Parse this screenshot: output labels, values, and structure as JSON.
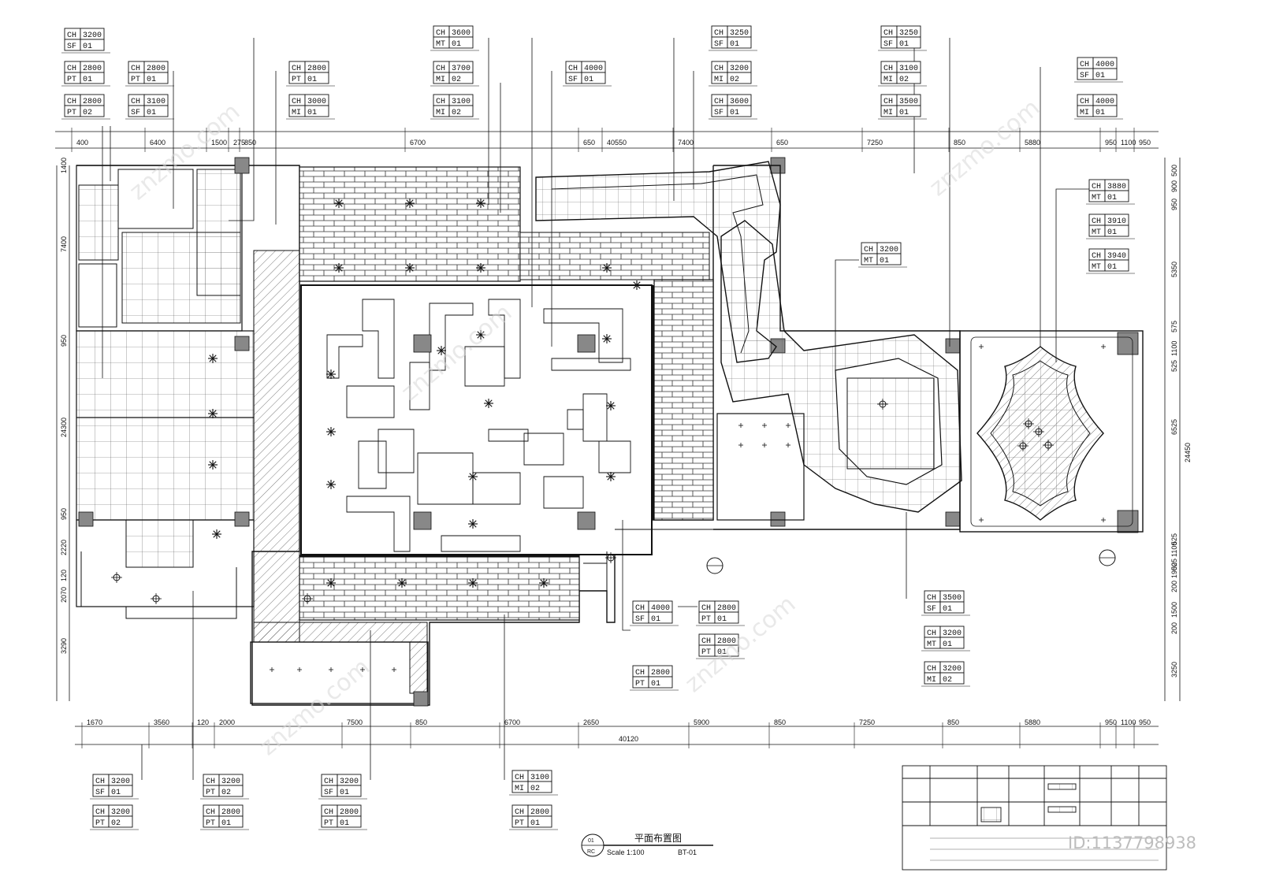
{
  "dims_top": [
    "400",
    "6400",
    "1500",
    "275",
    "850",
    "6700",
    "650",
    "40550",
    "7400",
    "650",
    "7250",
    "850",
    "5880",
    "950",
    "1100",
    "950"
  ],
  "dims_bottom": [
    "1670",
    "3560",
    "120",
    "2000",
    "7500",
    "850",
    "6700",
    "2650",
    "5900",
    "850",
    "7250",
    "850",
    "5880",
    "950",
    "1100",
    "950"
  ],
  "dim_total_bottom": "40120",
  "dims_left": [
    "1400",
    "7400",
    "950",
    "24300",
    "950",
    "2220",
    "120",
    "2070",
    "3290"
  ],
  "dims_right": [
    "900",
    "500",
    "950",
    "5350",
    "575",
    "1100",
    "525",
    "6525",
    "24450",
    "525",
    "1100",
    "525",
    "1900",
    "200",
    "1500",
    "200",
    "3250"
  ],
  "tags": [
    {
      "rows": [
        [
          "CH",
          "3200"
        ],
        [
          "SF",
          "01"
        ]
      ]
    },
    {
      "rows": [
        [
          "CH",
          "2800"
        ],
        [
          "PT",
          "01"
        ]
      ]
    },
    {
      "rows": [
        [
          "CH",
          "2800"
        ],
        [
          "PT",
          "02"
        ]
      ]
    },
    {
      "rows": [
        [
          "CH",
          "2800"
        ],
        [
          "PT",
          "01"
        ]
      ]
    },
    {
      "rows": [
        [
          "CH",
          "3100"
        ],
        [
          "SF",
          "01"
        ]
      ]
    },
    {
      "rows": [
        [
          "CH",
          "2800"
        ],
        [
          "PT",
          "01"
        ]
      ]
    },
    {
      "rows": [
        [
          "CH",
          "3000"
        ],
        [
          "MI",
          "01"
        ]
      ]
    },
    {
      "rows": [
        [
          "CH",
          "3600"
        ],
        [
          "MT",
          "01"
        ]
      ]
    },
    {
      "rows": [
        [
          "CH",
          "3700"
        ],
        [
          "MI",
          "02"
        ]
      ]
    },
    {
      "rows": [
        [
          "CH",
          "3100"
        ],
        [
          "MI",
          "02"
        ]
      ]
    },
    {
      "rows": [
        [
          "CH",
          "4000"
        ],
        [
          "SF",
          "01"
        ]
      ]
    },
    {
      "rows": [
        [
          "CH",
          "3250"
        ],
        [
          "SF",
          "01"
        ]
      ]
    },
    {
      "rows": [
        [
          "CH",
          "3200"
        ],
        [
          "MI",
          "02"
        ]
      ]
    },
    {
      "rows": [
        [
          "CH",
          "3600"
        ],
        [
          "SF",
          "01"
        ]
      ]
    },
    {
      "rows": [
        [
          "CH",
          "3250"
        ],
        [
          "SF",
          "01"
        ]
      ]
    },
    {
      "rows": [
        [
          "CH",
          "3100"
        ],
        [
          "MI",
          "02"
        ]
      ]
    },
    {
      "rows": [
        [
          "CH",
          "3500"
        ],
        [
          "MI",
          "01"
        ]
      ]
    },
    {
      "rows": [
        [
          "CH",
          "4000"
        ],
        [
          "SF",
          "01"
        ]
      ]
    },
    {
      "rows": [
        [
          "CH",
          "4000"
        ],
        [
          "MI",
          "01"
        ]
      ]
    },
    {
      "rows": [
        [
          "CH",
          "3880"
        ],
        [
          "MT",
          "01"
        ]
      ]
    },
    {
      "rows": [
        [
          "CH",
          "3910"
        ],
        [
          "MT",
          "01"
        ]
      ]
    },
    {
      "rows": [
        [
          "CH",
          "3940"
        ],
        [
          "MT",
          "01"
        ]
      ]
    },
    {
      "rows": [
        [
          "CH",
          "3200"
        ],
        [
          "MT",
          "01"
        ]
      ]
    },
    {
      "rows": [
        [
          "CH",
          "4000"
        ],
        [
          "SF",
          "01"
        ]
      ]
    },
    {
      "rows": [
        [
          "CH",
          "2800"
        ],
        [
          "PT",
          "01"
        ]
      ]
    },
    {
      "rows": [
        [
          "CH",
          "2800"
        ],
        [
          "PT",
          "01"
        ]
      ]
    },
    {
      "rows": [
        [
          "CH",
          "2800"
        ],
        [
          "PT",
          "01"
        ]
      ]
    },
    {
      "rows": [
        [
          "CH",
          "3500"
        ],
        [
          "SF",
          "01"
        ]
      ]
    },
    {
      "rows": [
        [
          "CH",
          "3200"
        ],
        [
          "MT",
          "01"
        ]
      ]
    },
    {
      "rows": [
        [
          "CH",
          "3200"
        ],
        [
          "MI",
          "02"
        ]
      ]
    },
    {
      "rows": [
        [
          "CH",
          "3200"
        ],
        [
          "SF",
          "01"
        ]
      ]
    },
    {
      "rows": [
        [
          "CH",
          "3200"
        ],
        [
          "PT",
          "02"
        ]
      ]
    },
    {
      "rows": [
        [
          "CH",
          "3200"
        ],
        [
          "PT",
          "02"
        ]
      ]
    },
    {
      "rows": [
        [
          "CH",
          "2800"
        ],
        [
          "PT",
          "01"
        ]
      ]
    },
    {
      "rows": [
        [
          "CH",
          "3200"
        ],
        [
          "SF",
          "01"
        ]
      ]
    },
    {
      "rows": [
        [
          "CH",
          "2800"
        ],
        [
          "PT",
          "01"
        ]
      ]
    },
    {
      "rows": [
        [
          "CH",
          "3100"
        ],
        [
          "MI",
          "02"
        ]
      ]
    },
    {
      "rows": [
        [
          "CH",
          "2800"
        ],
        [
          "PT",
          "01"
        ]
      ]
    }
  ],
  "section_marks": [
    "01",
    "RC"
  ],
  "plan_title": "平面布置图",
  "scale_text": "Scale 1:100",
  "scale_suffix": "BT-01",
  "watermark": "znzmo.com",
  "brand_id": "ID:1137798938",
  "colors": {
    "line": "#111111",
    "hatch": "#333333",
    "watermark": "#d0d0d0"
  }
}
